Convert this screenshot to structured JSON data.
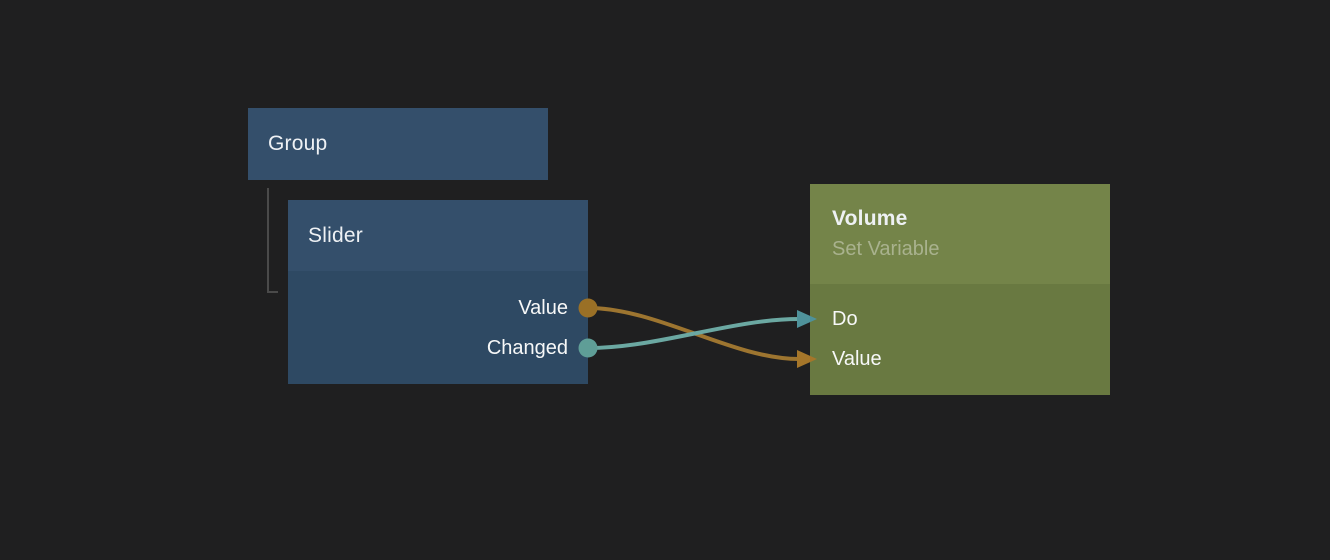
{
  "colors": {
    "canvas_bg": "#1f1f20",
    "node_blue_header": "#344f6b",
    "node_blue_body": "#2e4963",
    "node_green_header": "#748449",
    "node_green_body": "#697941",
    "hierarchy_line": "#4a4a4a"
  },
  "nodes": {
    "group": {
      "title": "Group"
    },
    "slider": {
      "title": "Slider",
      "outputs": [
        {
          "label": "Value",
          "color": "#9a7026"
        },
        {
          "label": "Changed",
          "color": "#5f9e97"
        }
      ]
    },
    "volume": {
      "title": "Volume",
      "subtitle": "Set Variable",
      "inputs": [
        {
          "label": "Do",
          "color": "#4f929b"
        },
        {
          "label": "Value",
          "color": "#a5762a"
        }
      ]
    }
  },
  "connections": [
    {
      "from": "Slider.Value",
      "to": "Volume.Value",
      "color": "#9d7530"
    },
    {
      "from": "Slider.Changed",
      "to": "Volume.Do",
      "color": "#6ba8a2"
    }
  ]
}
